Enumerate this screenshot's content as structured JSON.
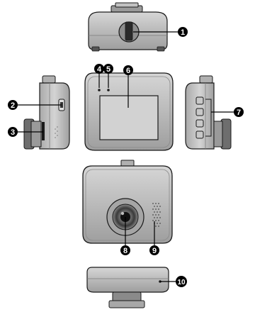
{
  "diagram": {
    "callouts": [
      {
        "id": 1,
        "label": "1"
      },
      {
        "id": 2,
        "label": "2"
      },
      {
        "id": 3,
        "label": "3"
      },
      {
        "id": 4,
        "label": "4"
      },
      {
        "id": 5,
        "label": "5"
      },
      {
        "id": 6,
        "label": "6"
      },
      {
        "id": 7,
        "label": "7"
      },
      {
        "id": 8,
        "label": "8"
      },
      {
        "id": 9,
        "label": "9"
      },
      {
        "id": 10,
        "label": "10"
      }
    ],
    "colors": {
      "body": "#b8b8b8",
      "body_dark": "#8c8c8c",
      "screen": "#d0d0d0",
      "outline": "#1a1a1a",
      "callout": "#000000"
    }
  }
}
